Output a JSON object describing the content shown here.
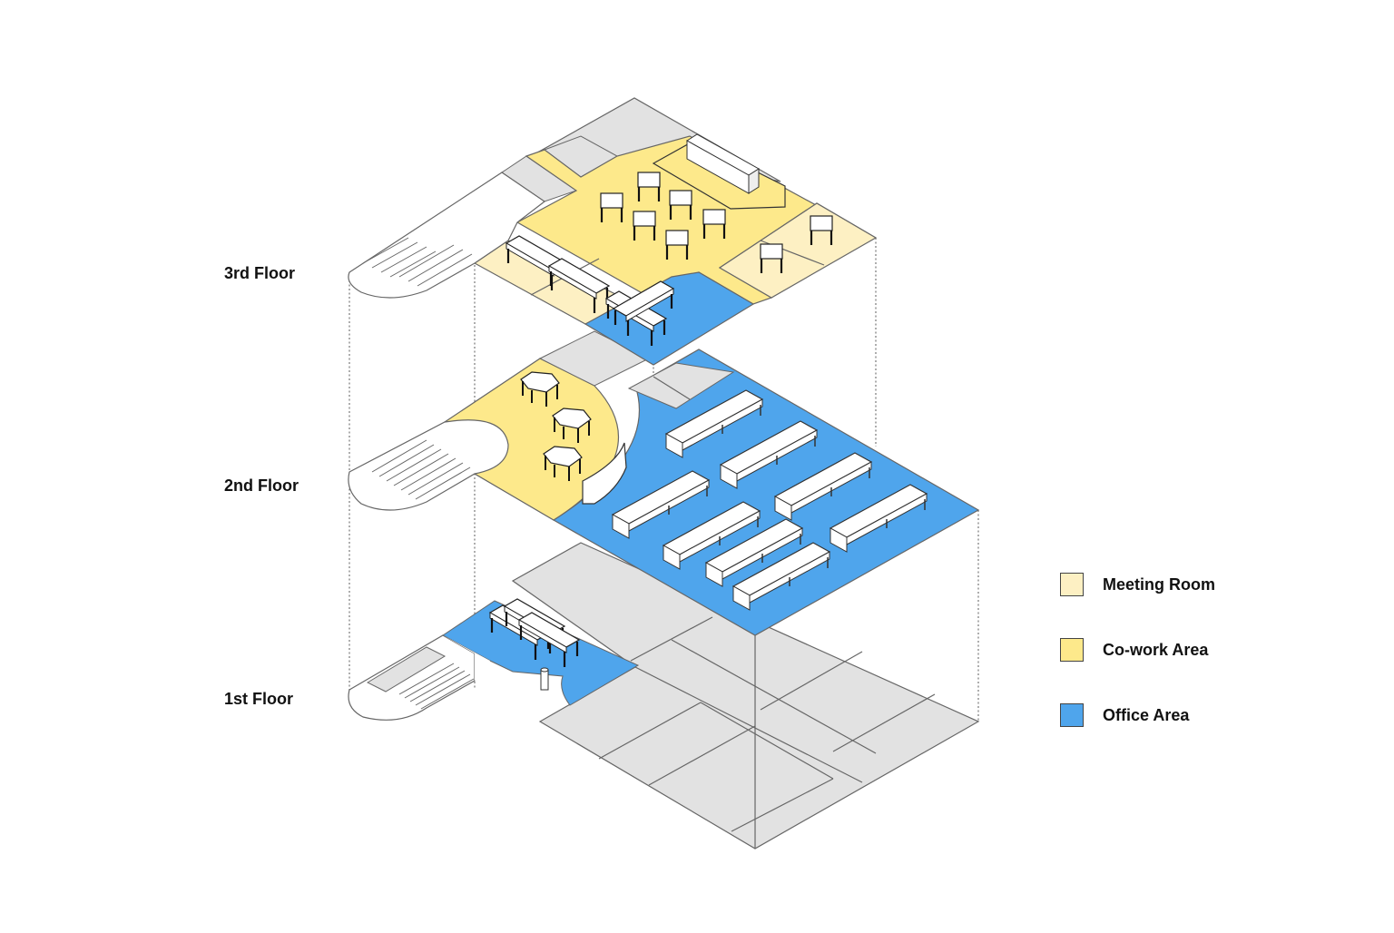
{
  "floors": [
    {
      "label": "3rd Floor"
    },
    {
      "label": "2nd Floor"
    },
    {
      "label": "1st Floor"
    }
  ],
  "legend": [
    {
      "label": "Meeting Room",
      "color": "#fdf0c3"
    },
    {
      "label": "Co-work Area",
      "color": "#fde98b"
    },
    {
      "label": "Office Area",
      "color": "#4fa5ec"
    }
  ],
  "colors": {
    "circulation": "#e2e2e2",
    "outline": "#666666"
  }
}
